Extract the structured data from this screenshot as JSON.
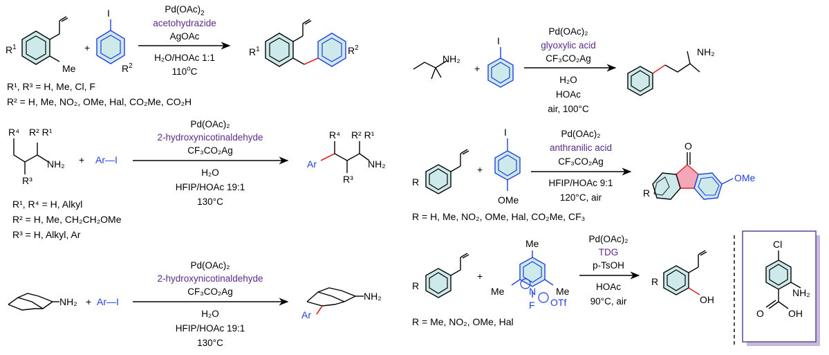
{
  "colors": {
    "teal_ring": "#cde9ea",
    "blue": "#1f3fe0",
    "red_bond": "#e02020",
    "purple_text": "#5b2a86",
    "pink_ring": "#f4a7b9",
    "tdg_box_border": "#6b4c9a",
    "tdg_box_shadow": "#c7b8dd"
  },
  "rxn1": {
    "r1_label": "R",
    "r1_sup": "1",
    "me": "Me",
    "iodo": "I",
    "r2_label": "R",
    "r2_sup": "2",
    "plus": "+",
    "cond1": "Pd(OAc)",
    "cond1_sub": "2",
    "cond2": "acetohydrazide",
    "cond3": "AgOAc",
    "cond4": "H₂O/HOAc 1:1",
    "cond5": "110",
    "cond5_sup": "o",
    "cond5_tail": "C",
    "note1": "R¹, R³ = H, Me, Cl, F",
    "note2": "R² = H, Me, NO₂, OMe,  Hal, CO₂Me, CO₂H"
  },
  "rxn2": {
    "amine": "NH₂",
    "iodo": "I",
    "plus": "+",
    "cond1": "Pd(OAc)₂",
    "cond2": "glyoxylic acid",
    "cond3": "CF₃CO₂Ag",
    "cond4": "H₂O",
    "cond5": "HOAc",
    "cond6": "air, 100°C",
    "product_amine": "NH₂"
  },
  "rxn3": {
    "r4": "R⁴",
    "r2r1": "R² R¹",
    "nh2": "NH₂",
    "r3": "R³",
    "plus": "+",
    "ari": "Ar—I",
    "cond1": "Pd(OAc)₂",
    "cond2": "2-hydroxynicotinaldehyde",
    "cond3": "CF₃CO₂Ag",
    "cond4": "H₂O",
    "cond5": "HFIP/HOAc 19:1",
    "cond6": "130°C",
    "prod_ar": "Ar",
    "note1": "R¹, R⁴ = H, Alkyl",
    "note2": "R² = H, Me, CH₂CH₂OMe",
    "note3": "R³ = H, Alkyl, Ar"
  },
  "rxn4": {
    "r_label": "R",
    "plus": "+",
    "iodo": "I",
    "ome": "OMe",
    "cond1": "Pd(OAc)₂",
    "cond2": "anthranilic acid",
    "cond3": "CF₃CO₂Ag",
    "cond4": "HFIP/HOAc 9:1",
    "cond5": "120°C, air",
    "ketone_o": "O",
    "prod_ome": "OMe",
    "prod_r": "R",
    "note1": "R = H, Me, NO₂, OMe,  Hal, CO₂Me, CF₃"
  },
  "rxn5": {
    "nh2": "NH₂",
    "plus": "+",
    "ari": "Ar—I",
    "cond1": "Pd(OAc)₂",
    "cond2": "2-hydroxynicotinaldehyde",
    "cond3": "CF₃CO₂Ag",
    "cond4": "H₂O",
    "cond5": "HFIP/HOAc 19:1",
    "cond6": "130°C",
    "prod_ar": "Ar",
    "prod_nh2": "NH₂"
  },
  "rxn6": {
    "r_label": "R",
    "plus": "+",
    "me_top": "Me",
    "me_left": "Me",
    "me_right": "Me",
    "n_plus": "N",
    "f": "F",
    "otf": "OTf",
    "cond1": "Pd(OAc)₂",
    "cond2": "TDG",
    "cond3": "p-TsOH",
    "cond4": "HOAc",
    "cond5": "90°C, air",
    "prod_r": "R",
    "prod_oh": "OH",
    "note1": "R = Me, NO₂, OMe,  Hal"
  },
  "tdg_box": {
    "cl": "Cl",
    "nh2": "NH₂",
    "cooh_o": "O",
    "cooh_oh": "OH"
  }
}
